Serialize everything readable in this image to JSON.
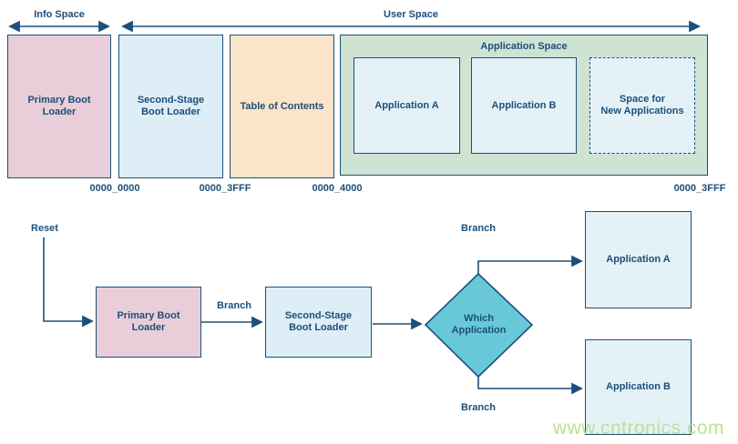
{
  "memory_map": {
    "info_space_label": "Info Space",
    "user_space_label": "User Space",
    "application_space_label": "Application Space",
    "blocks": [
      {
        "label": "Primary Boot\nLoader"
      },
      {
        "label": "Second-Stage\nBoot Loader"
      },
      {
        "label": "Table of Contents"
      }
    ],
    "application_blocks": [
      {
        "label": "Application A"
      },
      {
        "label": "Application B"
      },
      {
        "label": "Space for\nNew Applications"
      }
    ],
    "addresses": [
      "0000_0000",
      "0000_3FFF",
      "0000_4000",
      "0000_3FFF"
    ]
  },
  "flowchart": {
    "reset_label": "Reset",
    "branch_label_top": "Branch",
    "branch_label_mid": "Branch",
    "branch_label_bottom": "Branch",
    "primary_label": "Primary Boot\nLoader",
    "second_stage_label": "Second-Stage\nBoot Loader",
    "decision_label": "Which\nApplication",
    "app_a_label": "Application A",
    "app_b_label": "Application B"
  },
  "watermark": "www.cntronics.com",
  "colors": {
    "outline_navy": "#1d4f79",
    "pink_fill": "#e9cdd9",
    "blue_fill": "#ddeef6",
    "orange_fill": "#fbe4c8",
    "green_fill": "#cfe3d2",
    "pale_blue_fill": "#e4f2f8",
    "teal_fill": "#68c8d8",
    "watermark_green": "#b6e08c"
  }
}
